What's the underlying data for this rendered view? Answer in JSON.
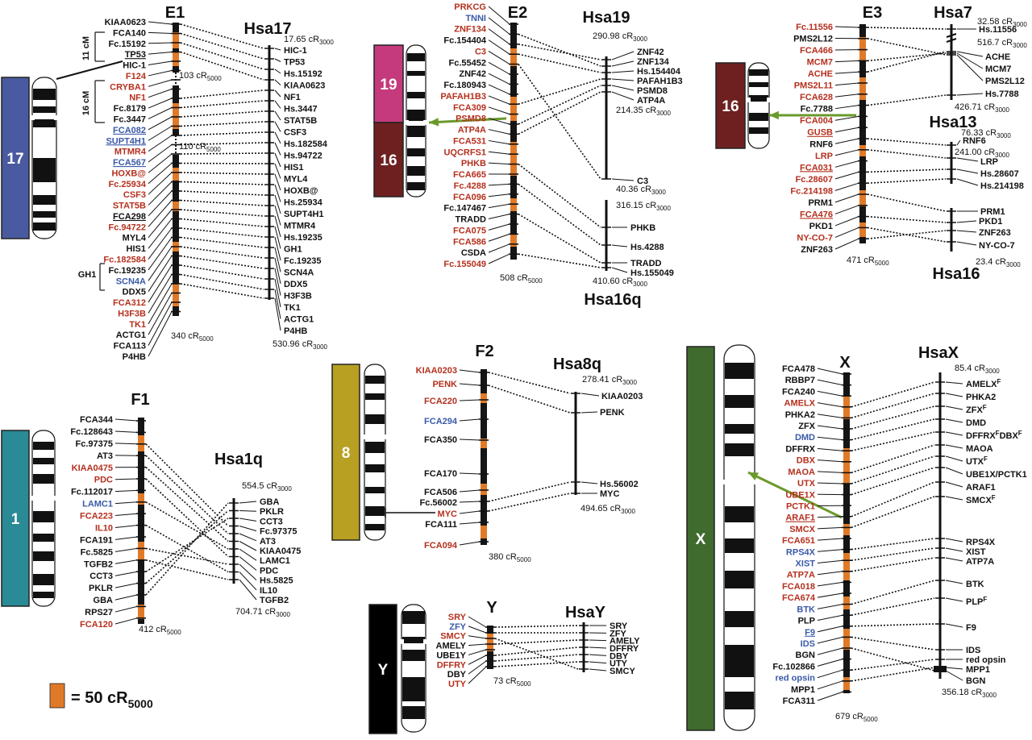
{
  "colors": {
    "black": "#111111",
    "red": "#b5301e",
    "blue": "#3a5aa8",
    "orange": "#e07a28",
    "green_arrow": "#6a9a2a",
    "chr17": "#4a5aa0",
    "chr19": "#c43a7c",
    "chr16": "#6e2020",
    "chr1": "#2a8a96",
    "chr8": "#b8a022",
    "chrX": "#3f6b2f",
    "chrY": "#000000"
  },
  "legend": {
    "text": "= 50 cR",
    "sub": "5000"
  },
  "chromosomes": {
    "c17": "17",
    "c19": "19",
    "c16a": "16",
    "c16b": "16",
    "c1": "1",
    "c8": "8",
    "cX": "X",
    "cY": "Y"
  },
  "panels": {
    "E1": {
      "title": "E1",
      "human_title": "Hsa17",
      "cat_length": "340 cR",
      "cat_sub": "5000",
      "gap1": "103 cR",
      "gap1_sub": "5000",
      "gap2": "110 cR",
      "gap2_sub": "5000",
      "h_top": "17.65 cR",
      "h_top_sub": "3000",
      "h_bot": "530.96 cR",
      "h_bot_sub": "3000",
      "cm1": "11 cM",
      "cm2": "16 cM",
      "gh1": "GH1",
      "cat_markers": [
        {
          "t": "KIAA0623",
          "c": "black"
        },
        {
          "t": "FCA140",
          "c": "black"
        },
        {
          "t": "Fc.15192",
          "c": "black"
        },
        {
          "t": "TP53",
          "c": "black",
          "u": true
        },
        {
          "t": "HIC-1",
          "c": "black"
        },
        {
          "t": "F124",
          "c": "red"
        },
        {
          "t": "CRYBA1",
          "c": "red"
        },
        {
          "t": "NF1",
          "c": "red"
        },
        {
          "t": "Fc.8179",
          "c": "black"
        },
        {
          "t": "Fc.3447",
          "c": "black"
        },
        {
          "t": "FCA082",
          "c": "blue",
          "u": true
        },
        {
          "t": "SUPT4H1",
          "c": "blue",
          "u": true
        },
        {
          "t": "MTMR4",
          "c": "red"
        },
        {
          "t": "FCA567",
          "c": "blue",
          "u": true
        },
        {
          "t": "HOXB@",
          "c": "red"
        },
        {
          "t": "Fc.25934",
          "c": "red"
        },
        {
          "t": "CSF3",
          "c": "red"
        },
        {
          "t": "STAT5B",
          "c": "red"
        },
        {
          "t": "FCA298",
          "c": "black",
          "u": true
        },
        {
          "t": "Fc.94722",
          "c": "red"
        },
        {
          "t": "MYL4",
          "c": "black"
        },
        {
          "t": "HIS1",
          "c": "black"
        },
        {
          "t": "Fc.182584",
          "c": "red"
        },
        {
          "t": "Fc.19235",
          "c": "black"
        },
        {
          "t": "SCN4A",
          "c": "blue"
        },
        {
          "t": "DDX5",
          "c": "black"
        },
        {
          "t": "FCA312",
          "c": "red"
        },
        {
          "t": "H3F3B",
          "c": "red"
        },
        {
          "t": "TK1",
          "c": "red"
        },
        {
          "t": "ACTG1",
          "c": "black"
        },
        {
          "t": "FCA113",
          "c": "black"
        },
        {
          "t": "P4HB",
          "c": "black"
        }
      ],
      "human_markers": [
        "HIC-1",
        "TP53",
        "Hs.15192",
        "KIAA0623",
        "NF1",
        "Hs.3447",
        "STAT5B",
        "CSF3",
        "Hs.182584",
        "Hs.94722",
        "HIS1",
        "MYL4",
        "HOXB@",
        "Hs.25934",
        "SUPT4H1",
        "MTMR4",
        "Hs.19235",
        "GH1",
        "Fc.19235",
        "SCN4A",
        "DDX5",
        "H3F3B",
        "TK1",
        "ACTG1",
        "P4HB"
      ]
    },
    "E2": {
      "title": "E2",
      "human_title": "Hsa19",
      "human_title2": "Hsa16q",
      "cat_length": "508 cR",
      "cat_sub": "5000",
      "h1_top": "290.98 cR",
      "h1_top_sub": "3000",
      "h1_mid": "214.35 cR",
      "h1_mid_sub": "3000",
      "h1_bot": "40.36 cR",
      "h1_bot_sub": "3000",
      "h2_top": "316.15 cR",
      "h2_top_sub": "3000",
      "h2_bot": "410.60 cR",
      "h2_bot_sub": "3000",
      "cat_markers": [
        {
          "t": "PRKCG",
          "c": "red"
        },
        {
          "t": "TNNI",
          "c": "blue"
        },
        {
          "t": "ZNF134",
          "c": "red"
        },
        {
          "t": "Fc.154404",
          "c": "black"
        },
        {
          "t": "C3",
          "c": "red"
        },
        {
          "t": "Fc.55452",
          "c": "black"
        },
        {
          "t": "ZNF42",
          "c": "black"
        },
        {
          "t": "Fc.180943",
          "c": "black"
        },
        {
          "t": "PAFAH1B3",
          "c": "red"
        },
        {
          "t": "FCA309",
          "c": "red"
        },
        {
          "t": "PSMD8",
          "c": "red"
        },
        {
          "t": "ATP4A",
          "c": "red"
        },
        {
          "t": "FCA531",
          "c": "red"
        },
        {
          "t": "UQCRFS1",
          "c": "red"
        },
        {
          "t": "PHKB",
          "c": "red"
        },
        {
          "t": "FCA665",
          "c": "red"
        },
        {
          "t": "Fc.4288",
          "c": "red"
        },
        {
          "t": "FCA096",
          "c": "red"
        },
        {
          "t": "Fc.147467",
          "c": "black"
        },
        {
          "t": "TRADD",
          "c": "black"
        },
        {
          "t": "FCA075",
          "c": "red"
        },
        {
          "t": "FCA586",
          "c": "red"
        },
        {
          "t": "CSDA",
          "c": "black"
        },
        {
          "t": "Fc.155049",
          "c": "red"
        }
      ],
      "human_markers1": [
        "ZNF42",
        "ZNF134",
        "Hs.154404",
        "PAFAH1B3",
        "PSMD8",
        "ATP4A",
        "C3"
      ],
      "human_markers2": [
        "PHKB",
        "Hs.4288",
        "TRADD",
        "Hs.155049"
      ]
    },
    "E3": {
      "title": "E3",
      "human_title": "Hsa7",
      "human_title2": "Hsa13",
      "human_title3": "Hsa16",
      "cat_length": "471 cR",
      "cat_sub": "5000",
      "h7_top": "32.58 cR",
      "h7_top_sub": "3000",
      "h7_mid": "516.7 cR",
      "h7_mid_sub": "3000",
      "h7_bot": "426.71 cR",
      "h7_bot_sub": "3000",
      "h13_top": "76.33 cR",
      "h13_top_sub": "3000",
      "h13_bot": "241.00 cR",
      "h13_bot_sub": "3000",
      "h16_bot": "23.4 cR",
      "h16_bot_sub": "3000",
      "cat_markers": [
        {
          "t": "Fc.11556",
          "c": "red"
        },
        {
          "t": "PMS2L12",
          "c": "black"
        },
        {
          "t": "FCA466",
          "c": "red"
        },
        {
          "t": "MCM7",
          "c": "red"
        },
        {
          "t": "ACHE",
          "c": "red"
        },
        {
          "t": "PMS2L11",
          "c": "red"
        },
        {
          "t": "FCA628",
          "c": "red"
        },
        {
          "t": "Fc.7788",
          "c": "black"
        },
        {
          "t": "FCA004",
          "c": "red"
        },
        {
          "t": "GUSB",
          "c": "red",
          "u": true
        },
        {
          "t": "RNF6",
          "c": "black"
        },
        {
          "t": "LRP",
          "c": "red"
        },
        {
          "t": "FCA031",
          "c": "red",
          "u": true
        },
        {
          "t": "Fc.28607",
          "c": "red"
        },
        {
          "t": "Fc.214198",
          "c": "red"
        },
        {
          "t": "PRM1",
          "c": "black"
        },
        {
          "t": "FCA476",
          "c": "red",
          "u": true
        },
        {
          "t": "PKD1",
          "c": "black"
        },
        {
          "t": "NY-CO-7",
          "c": "red"
        },
        {
          "t": "ZNF263",
          "c": "black"
        }
      ],
      "h7_markers": [
        "Hs.11556",
        "ACHE",
        "MCM7",
        "PMS2L12",
        "Hs.7788"
      ],
      "h13_markers": [
        "RNF6",
        "LRP",
        "Hs.28607",
        "Hs.214198"
      ],
      "h16_markers": [
        "PRM1",
        "PKD1",
        "ZNF263",
        "NY-CO-7"
      ]
    },
    "F1": {
      "title": "F1",
      "human_title": "Hsa1q",
      "cat_length": "412 cR",
      "cat_sub": "5000",
      "h_top": "554.5 cR",
      "h_top_sub": "3000",
      "h_bot": "704.71 cR",
      "h_bot_sub": "3000",
      "cat_markers": [
        {
          "t": "FCA344",
          "c": "black"
        },
        {
          "t": "Fc.128643",
          "c": "black"
        },
        {
          "t": "Fc.97375",
          "c": "black"
        },
        {
          "t": "AT3",
          "c": "black"
        },
        {
          "t": "KIAA0475",
          "c": "red"
        },
        {
          "t": "PDC",
          "c": "red"
        },
        {
          "t": "Fc.112017",
          "c": "black"
        },
        {
          "t": "LAMC1",
          "c": "blue"
        },
        {
          "t": "FCA223",
          "c": "red"
        },
        {
          "t": "IL10",
          "c": "red"
        },
        {
          "t": "FCA191",
          "c": "black"
        },
        {
          "t": "Fc.5825",
          "c": "black"
        },
        {
          "t": "TGFB2",
          "c": "black"
        },
        {
          "t": "CCT3",
          "c": "black"
        },
        {
          "t": "PKLR",
          "c": "black"
        },
        {
          "t": "GBA",
          "c": "black"
        },
        {
          "t": "RPS27",
          "c": "black"
        },
        {
          "t": "FCA120",
          "c": "red"
        }
      ],
      "human_markers": [
        "GBA",
        "PKLR",
        "CCT3",
        "Fc.97375",
        "AT3",
        "KIAA0475",
        "LAMC1",
        "PDC",
        "Hs.5825",
        "IL10",
        "TGFB2"
      ]
    },
    "F2": {
      "title": "F2",
      "human_title": "Hsa8q",
      "cat_length": "380 cR",
      "cat_sub": "5000",
      "h_top": "278.41 cR",
      "h_top_sub": "3000",
      "h_bot": "494.65 cR",
      "h_bot_sub": "3000",
      "cat_markers": [
        {
          "t": "KIAA0203",
          "c": "red"
        },
        {
          "t": "PENK",
          "c": "red"
        },
        {
          "t": "FCA220",
          "c": "red"
        },
        {
          "t": "FCA294",
          "c": "blue"
        },
        {
          "t": "FCA350",
          "c": "black"
        },
        {
          "t": "FCA170",
          "c": "black"
        },
        {
          "t": "FCA506",
          "c": "black"
        },
        {
          "t": "Fc.56002",
          "c": "black"
        },
        {
          "t": "MYC",
          "c": "red"
        },
        {
          "t": "FCA111",
          "c": "black"
        },
        {
          "t": "FCA094",
          "c": "red"
        }
      ],
      "human_markers": [
        "KIAA0203",
        "PENK",
        "Hs.56002",
        "MYC"
      ]
    },
    "Y": {
      "title": "Y",
      "human_title": "HsaY",
      "cat_length": "73 cR",
      "cat_sub": "5000",
      "cat_markers": [
        {
          "t": "SRY",
          "c": "red"
        },
        {
          "t": "ZFY",
          "c": "blue"
        },
        {
          "t": "SMCY",
          "c": "red"
        },
        {
          "t": "AMELY",
          "c": "black"
        },
        {
          "t": "UBE1Y",
          "c": "black"
        },
        {
          "t": "DFFRY",
          "c": "red"
        },
        {
          "t": "DBY",
          "c": "black"
        },
        {
          "t": "UTY",
          "c": "red"
        }
      ],
      "human_markers": [
        "SRY",
        "ZFY",
        "AMELY",
        "DFFRY",
        "DBY",
        "UTY",
        "SMCY"
      ]
    },
    "X": {
      "title": "X",
      "human_title": "HsaX",
      "cat_length": "679 cR",
      "cat_sub": "5000",
      "h_top": "85.4 cR",
      "h_top_sub": "3000",
      "h_bot": "356.18 cR",
      "h_bot_sub": "3000",
      "cat_markers": [
        {
          "t": "FCA478",
          "c": "black"
        },
        {
          "t": "RBBP7",
          "c": "black"
        },
        {
          "t": "FCA240",
          "c": "black"
        },
        {
          "t": "AMELX",
          "c": "red"
        },
        {
          "t": "PHKA2",
          "c": "black"
        },
        {
          "t": "ZFX",
          "c": "black"
        },
        {
          "t": "DMD",
          "c": "blue"
        },
        {
          "t": "DFFRX",
          "c": "black"
        },
        {
          "t": "DBX",
          "c": "red"
        },
        {
          "t": "MAOA",
          "c": "red"
        },
        {
          "t": "UTX",
          "c": "red"
        },
        {
          "t": "UBE1X",
          "c": "red"
        },
        {
          "t": "PCTK1",
          "c": "red"
        },
        {
          "t": "ARAF1",
          "c": "red",
          "u": true
        },
        {
          "t": "SMCX",
          "c": "red"
        },
        {
          "t": "FCA651",
          "c": "red"
        },
        {
          "t": "RPS4X",
          "c": "blue"
        },
        {
          "t": "XIST",
          "c": "blue"
        },
        {
          "t": "ATP7A",
          "c": "red"
        },
        {
          "t": "FCA018",
          "c": "red"
        },
        {
          "t": "FCA674",
          "c": "red"
        },
        {
          "t": "BTK",
          "c": "blue"
        },
        {
          "t": "PLP",
          "c": "black"
        },
        {
          "t": "F9",
          "c": "blue",
          "u": true
        },
        {
          "t": "IDS",
          "c": "blue"
        },
        {
          "t": "BGN",
          "c": "black"
        },
        {
          "t": "Fc.102866",
          "c": "black"
        },
        {
          "t": "red opsin",
          "c": "blue"
        },
        {
          "t": "MPP1",
          "c": "black"
        },
        {
          "t": "FCA311",
          "c": "black"
        }
      ],
      "human_markers": [
        {
          "t": "AMELX",
          "s": "F"
        },
        {
          "t": "PHKA2",
          "s": ""
        },
        {
          "t": "ZFX",
          "s": "F"
        },
        {
          "t": "DMD",
          "s": ""
        },
        {
          "t": "DFFRX",
          "s": "F",
          "t2": "DBX",
          "s2": "F"
        },
        {
          "t": "MAOA",
          "s": ""
        },
        {
          "t": "UTX",
          "s": "F"
        },
        {
          "t": "UBE1X/PCTK1",
          "s": ""
        },
        {
          "t": "ARAF1",
          "s": ""
        },
        {
          "t": "SMCX",
          "s": "F"
        },
        {
          "t": "RPS4X",
          "s": ""
        },
        {
          "t": "XIST",
          "s": ""
        },
        {
          "t": "ATP7A",
          "s": ""
        },
        {
          "t": "BTK",
          "s": ""
        },
        {
          "t": "PLP",
          "s": "F"
        },
        {
          "t": "F9",
          "s": ""
        },
        {
          "t": "IDS",
          "s": ""
        },
        {
          "t": "red opsin",
          "s": ""
        },
        {
          "t": "MPP1",
          "s": ""
        },
        {
          "t": "BGN",
          "s": ""
        }
      ]
    }
  }
}
